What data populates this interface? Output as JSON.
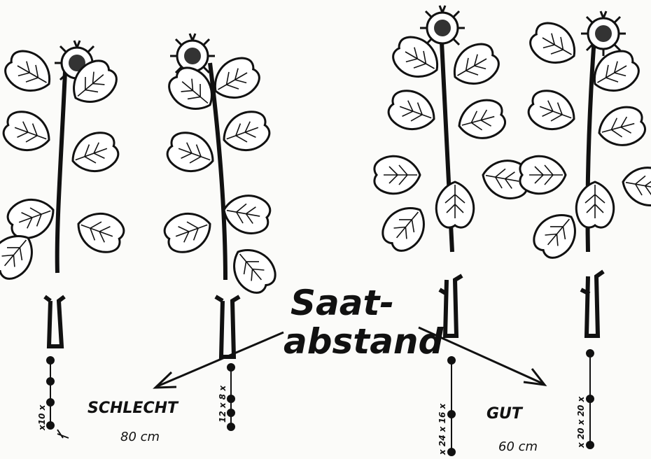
{
  "title_line1": "Saat-",
  "title_line2": "abstand",
  "bad": {
    "label": "SCHLECHT",
    "spacing": "80 cm",
    "marks_left": "x10 x",
    "marks_right": "12 x 8 x"
  },
  "good": {
    "label": "GUT",
    "spacing": "60 cm",
    "marks_left": "x 24 x 16 x",
    "marks_right": "x 20 x 20 x"
  },
  "colors": {
    "ink": "#111111",
    "paper": "#fbfbf9"
  }
}
